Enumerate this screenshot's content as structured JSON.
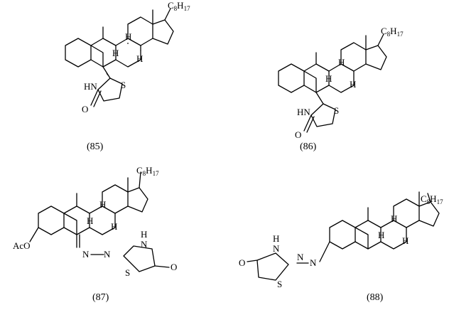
{
  "compounds": [
    {
      "label": "(85)",
      "atoms": {
        "r": "C",
        "r_sub": "8",
        "r_tail": "H",
        "r_sub2": "17",
        "h1": "H",
        "h2": "H",
        "h3": "H",
        "n": "HN",
        "s": "S",
        "o": "O"
      }
    },
    {
      "label": "(86)",
      "atoms": {
        "r": "C",
        "r_sub": "8",
        "r_tail": "H",
        "r_sub2": "17",
        "h1": "H",
        "h2": "H",
        "h3": "H",
        "n": "HN",
        "s": "S",
        "o": "O"
      }
    },
    {
      "label": "(87)",
      "atoms": {
        "r": "C",
        "r_sub": "8",
        "r_tail": "H",
        "r_sub2": "17",
        "h1": "H",
        "h2": "H",
        "h3": "H",
        "aco": "AcO",
        "n1": "N",
        "eq": "=",
        "n2": "N",
        "nh": "H",
        "nh_n": "N",
        "s": "S",
        "o": "O"
      }
    },
    {
      "label": "(88)",
      "atoms": {
        "r": "C",
        "r_sub": "8",
        "r_tail": "H",
        "r_sub2": "17",
        "h1": "H",
        "h2": "H",
        "h3": "H",
        "o": "O",
        "nh": "H",
        "nh_n": "N",
        "s": "S",
        "n1": "N",
        "eq": "=",
        "n2": "N"
      }
    }
  ]
}
